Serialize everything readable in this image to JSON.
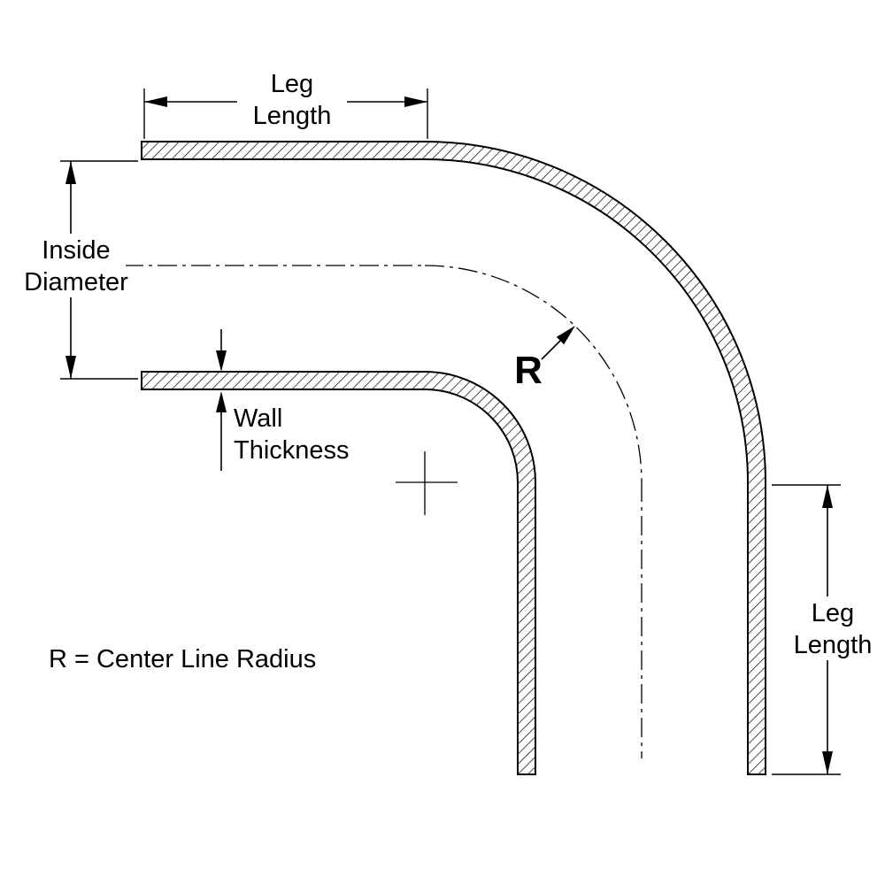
{
  "diagram": {
    "type": "technical-drawing",
    "subject": "90 degree elbow tube cross-section with dimension callouts",
    "background_color": "#ffffff",
    "line_color": "#000000",
    "labels": {
      "top_leg_length_line1": "Leg",
      "top_leg_length_line2": "Length",
      "inside_diameter_line1": "Inside",
      "inside_diameter_line2": "Diameter",
      "inside_diameter_color": "#ff0000",
      "wall_thickness_line1": "Wall",
      "wall_thickness_line2": "Thickness",
      "radius_symbol": "R",
      "radius_legend": "R = Center Line Radius",
      "right_leg_length_line1": "Leg",
      "right_leg_length_line2": "Length"
    }
  }
}
